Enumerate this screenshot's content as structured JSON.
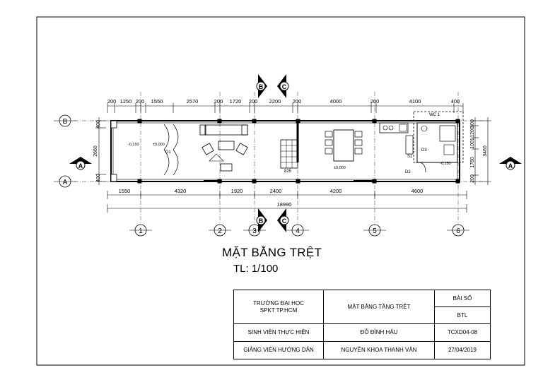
{
  "drawing": {
    "title": "MẶT BẰNG TRỆT",
    "scale": "TL:  1/100",
    "top_dims": [
      "200",
      "1250",
      "200",
      "1550",
      "2570",
      "200",
      "1720",
      "200",
      "2200",
      "200",
      "4000",
      "200",
      "4100",
      "400"
    ],
    "bottom_dims": [
      "1550",
      "4320",
      "1920",
      "2400",
      "4200",
      "4600"
    ],
    "total_dim": "18990",
    "left_dims": [
      "400",
      "2660",
      "400"
    ],
    "right_dims": [
      "300",
      "1200",
      "1001",
      "1760",
      "200"
    ],
    "right_total": "3460",
    "grid_cols": [
      "1",
      "2",
      "3",
      "4",
      "5",
      "6"
    ],
    "grid_rows": [
      "B",
      "A"
    ],
    "section_marks": [
      "B",
      "C",
      "A",
      "A"
    ],
    "room_label": "WC 1",
    "levels": [
      "-0,150",
      "±0,000",
      "±0,000",
      "-0,150"
    ],
    "door_tags": [
      "D1",
      "D2",
      "D3",
      "S1"
    ],
    "stair_label": "825"
  },
  "title_block": {
    "school_line1": "TRƯỜNG ĐẠI HỌC",
    "school_line2": "SPKT TP.HCM",
    "sheet_name": "MẶT BẰNG TẦNG TRỆT",
    "bai_so_label": "BÀI SỐ",
    "bai_so_value": "BTL",
    "student_label": "SINH VIÊN THỰC HIỆN",
    "student_name": "ĐỖ ĐÌNH HẬU",
    "code": "TCXD04-08",
    "advisor_label": "GIẢNG VIÊN HƯỚNG DẪN",
    "advisor_name": "NGUYỄN KHOA THANH VÂN",
    "date": "27/04/2019"
  }
}
